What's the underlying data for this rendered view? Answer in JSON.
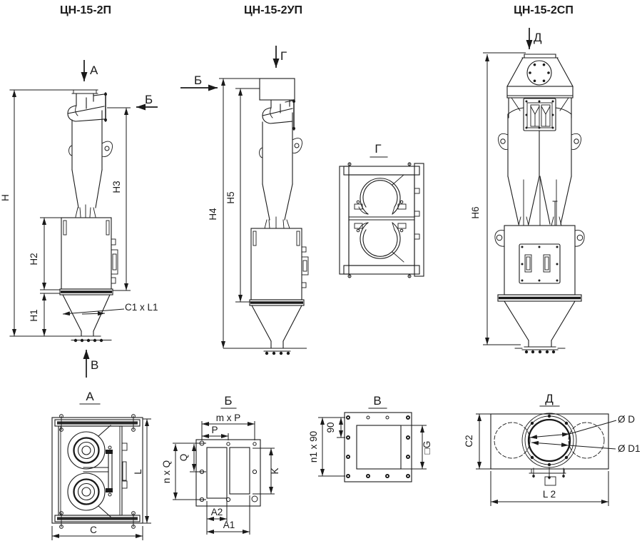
{
  "page": {
    "background": "#ffffff",
    "line_color": "#1a1a1a"
  },
  "models": {
    "p": {
      "title": "ЦН-15-2П",
      "h": "H",
      "h1": "H1",
      "h2": "H2",
      "h3": "H3",
      "c1l1": "C1 x L1",
      "arrow_top": "А",
      "arrow_side": "Б",
      "arrow_bottom": "В"
    },
    "up": {
      "title": "ЦН-15-2УП",
      "h4": "H4",
      "h5": "H5",
      "arrow_top": "Г",
      "arrow_side": "Б"
    },
    "sp": {
      "title": "ЦН-15-2СП",
      "h6": "H6",
      "arrow_top": "Д"
    }
  },
  "sections": {
    "g": {
      "title": "Г"
    },
    "a": {
      "title": "А",
      "l": "L",
      "c": "C"
    },
    "b": {
      "title": "Б",
      "mxp": "m x P",
      "p": "P",
      "q": "Q",
      "nxq": "n x Q",
      "k": "K",
      "a2": "A2",
      "a1": "A1"
    },
    "v": {
      "title": "В",
      "d90": "90",
      "n1x90": "n1 x 90",
      "g": "□G"
    },
    "d": {
      "title": "Д",
      "c2": "C2",
      "l2": "L 2",
      "dd": "Ø D",
      "dd1": "Ø D1"
    }
  }
}
